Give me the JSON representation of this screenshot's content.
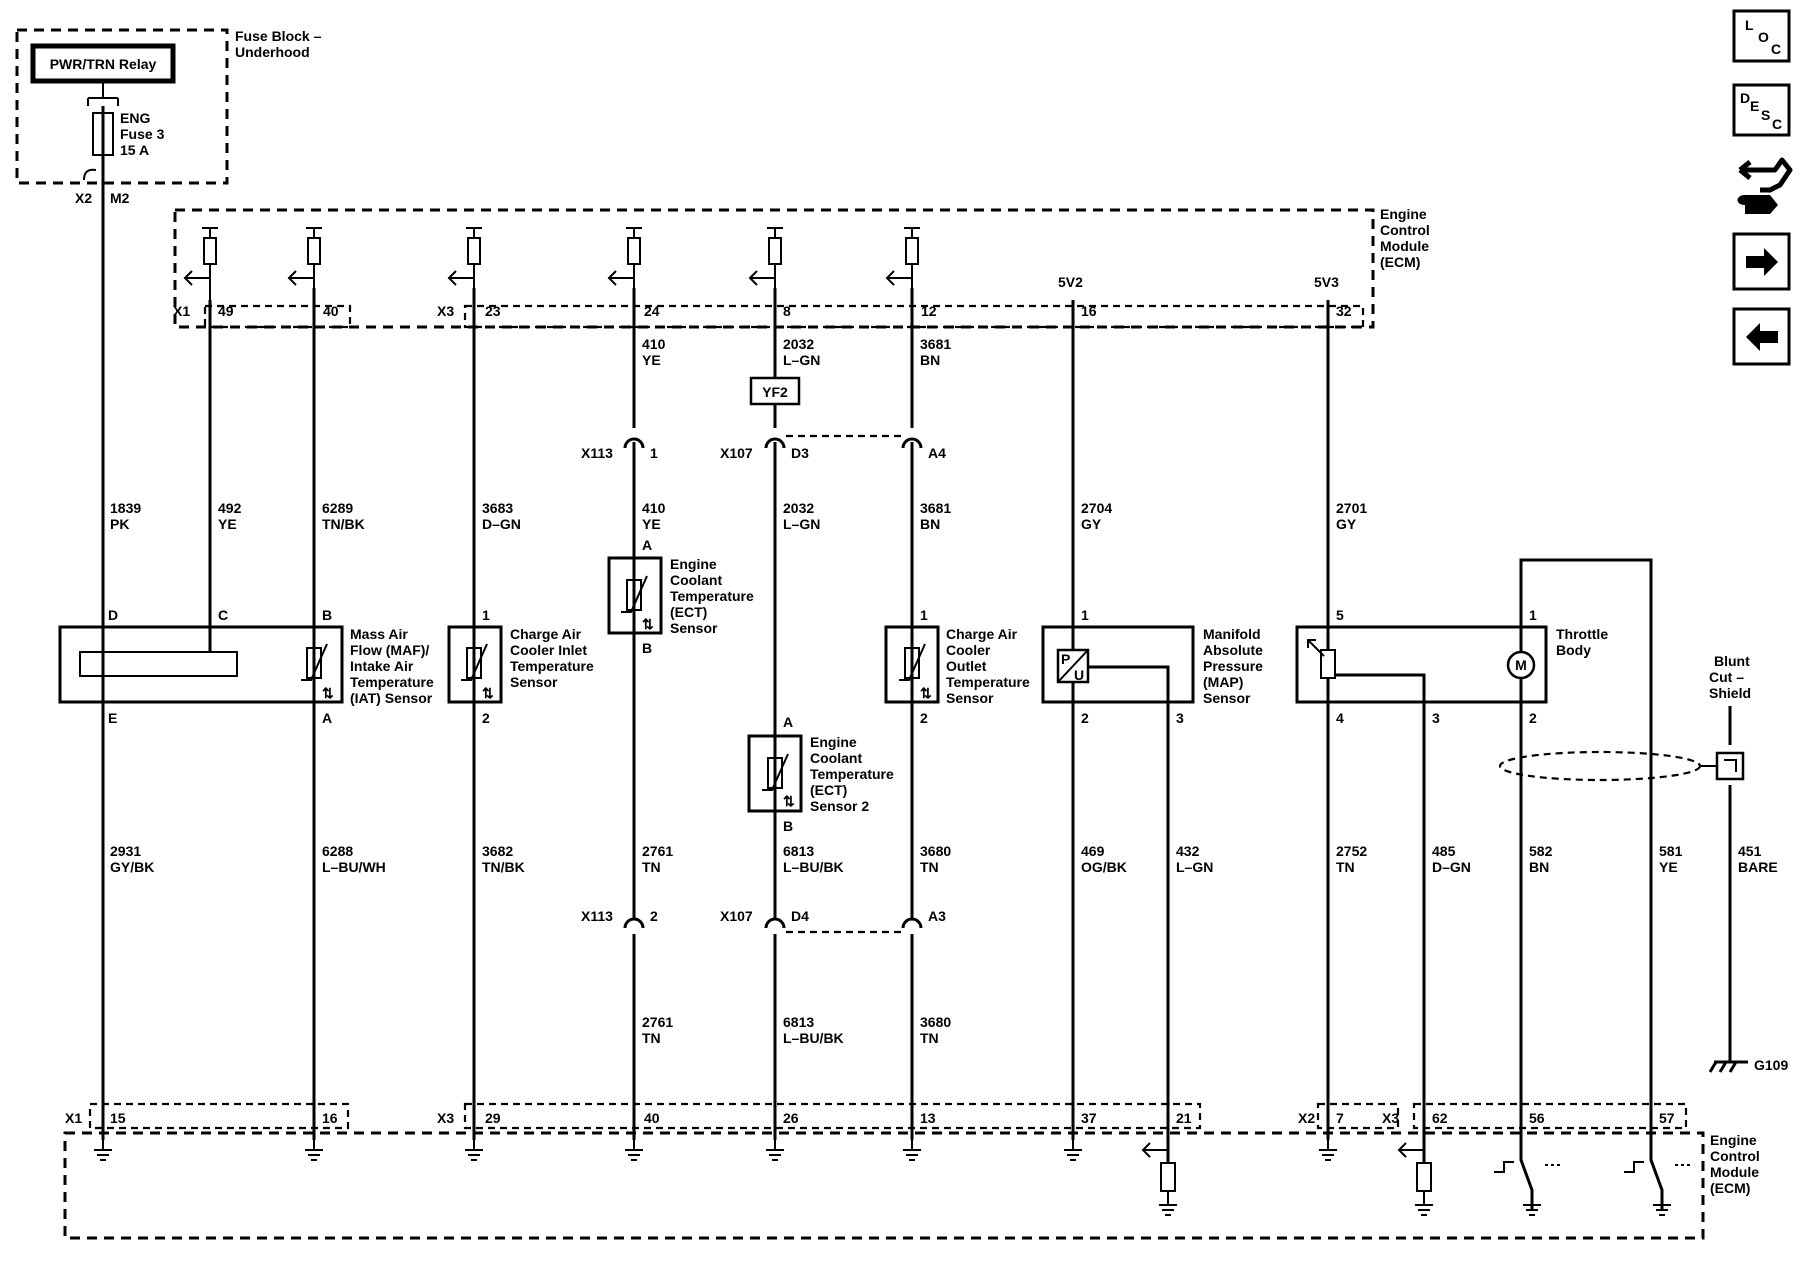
{
  "fuse_block": {
    "title_line1": "Fuse Block –",
    "title_line2": "Underhood",
    "relay_label": "PWR/TRN Relay",
    "fuse_line1": "ENG",
    "fuse_line2": "Fuse 3",
    "fuse_line3": "15 A",
    "conn_x2": "X2",
    "pin_m2": "M2"
  },
  "ecm_top": {
    "title": [
      "Engine",
      "Control",
      "Module",
      "(ECM)"
    ],
    "conn_labels": {
      "x1": "X1",
      "x3": "X3"
    },
    "ref_5v2": "5V2",
    "ref_5v3": "5V3",
    "pins": [
      "49",
      "40",
      "23",
      "24",
      "8",
      "12",
      "16",
      "32"
    ]
  },
  "ecm_bottom": {
    "title": [
      "Engine",
      "Control",
      "Module",
      "(ECM)"
    ],
    "conn_labels": {
      "x1": "X1",
      "x3a": "X3",
      "x2": "X2",
      "x3b": "X3"
    },
    "pins": [
      "15",
      "16",
      "29",
      "40",
      "26",
      "13",
      "37",
      "21",
      "7",
      "62",
      "56",
      "57"
    ]
  },
  "wires_upper": [
    {
      "num": "1839",
      "color": "PK"
    },
    {
      "num": "492",
      "color": "YE"
    },
    {
      "num": "6289",
      "color": "TN/BK"
    },
    {
      "num": "3683",
      "color": "D–GN"
    },
    {
      "num": "410",
      "color": "YE"
    },
    {
      "num": "2032",
      "color": "L–GN"
    },
    {
      "num": "3681",
      "color": "BN"
    },
    {
      "num": "2704",
      "color": "GY"
    },
    {
      "num": "2701",
      "color": "GY"
    }
  ],
  "wires_top_ecm": [
    {
      "num": "410",
      "color": "YE"
    },
    {
      "num": "2032",
      "color": "L–GN"
    },
    {
      "num": "3681",
      "color": "BN"
    }
  ],
  "wires_lower": [
    {
      "num": "2931",
      "color": "GY/BK"
    },
    {
      "num": "6288",
      "color": "L–BU/WH"
    },
    {
      "num": "3682",
      "color": "TN/BK"
    },
    {
      "num": "2761",
      "color": "TN"
    },
    {
      "num": "6813",
      "color": "L–BU/BK"
    },
    {
      "num": "3680",
      "color": "TN"
    },
    {
      "num": "469",
      "color": "OG/BK"
    },
    {
      "num": "432",
      "color": "L–GN"
    },
    {
      "num": "2752",
      "color": "TN"
    },
    {
      "num": "485",
      "color": "D–GN"
    },
    {
      "num": "582",
      "color": "BN"
    },
    {
      "num": "581",
      "color": "YE"
    },
    {
      "num": "451",
      "color": "BARE"
    }
  ],
  "wires_bottom": [
    {
      "num": "2761",
      "color": "TN"
    },
    {
      "num": "6813",
      "color": "L–BU/BK"
    },
    {
      "num": "3680",
      "color": "TN"
    }
  ],
  "inline_connectors": {
    "x113": "X113",
    "x107": "X107",
    "pin_1": "1",
    "pin_d3": "D3",
    "pin_a4": "A4",
    "pin_2": "2",
    "pin_d4": "D4",
    "pin_a3": "A3",
    "splice": "YF2"
  },
  "components": {
    "maf": {
      "lines": [
        "Mass Air",
        "Flow (MAF)/",
        "Intake Air",
        "Temperature",
        "(IAT) Sensor"
      ],
      "pins_top": [
        "D",
        "C",
        "B"
      ],
      "pins_bottom": [
        "E",
        "A"
      ]
    },
    "cac_inlet": {
      "lines": [
        "Charge Air",
        "Cooler Inlet",
        "Temperature",
        "Sensor"
      ],
      "pin_top": "1",
      "pin_bottom": "2"
    },
    "ect1": {
      "lines": [
        "Engine",
        "Coolant",
        "Temperature",
        "(ECT)",
        "Sensor"
      ],
      "pin_top": "A",
      "pin_bottom": "B"
    },
    "ect2": {
      "lines": [
        "Engine",
        "Coolant",
        "Temperature",
        "(ECT)",
        "Sensor 2"
      ],
      "pin_top": "A",
      "pin_bottom": "B"
    },
    "cac_outlet": {
      "lines": [
        "Charge Air",
        "Cooler",
        "Outlet",
        "Temperature",
        "Sensor"
      ],
      "pin_top": "1",
      "pin_bottom": "2"
    },
    "map": {
      "lines": [
        "Manifold",
        "Absolute",
        "Pressure",
        "(MAP)",
        "Sensor"
      ],
      "pin_top": "1",
      "pins_bottom": [
        "2",
        "3"
      ],
      "symbol_p": "P",
      "symbol_u": "U"
    },
    "throttle": {
      "lines": [
        "Throttle",
        "Body"
      ],
      "pins_top": [
        "5",
        "1"
      ],
      "pins_bottom": [
        "4",
        "3",
        "2"
      ],
      "motor": "M"
    },
    "shield": {
      "lines": [
        "Blunt",
        "Cut –",
        "Shield"
      ],
      "ground": "G109"
    }
  },
  "nav": {
    "loc": [
      "L",
      "O",
      "C"
    ],
    "desc": [
      "D",
      "E",
      "S",
      "C"
    ]
  }
}
